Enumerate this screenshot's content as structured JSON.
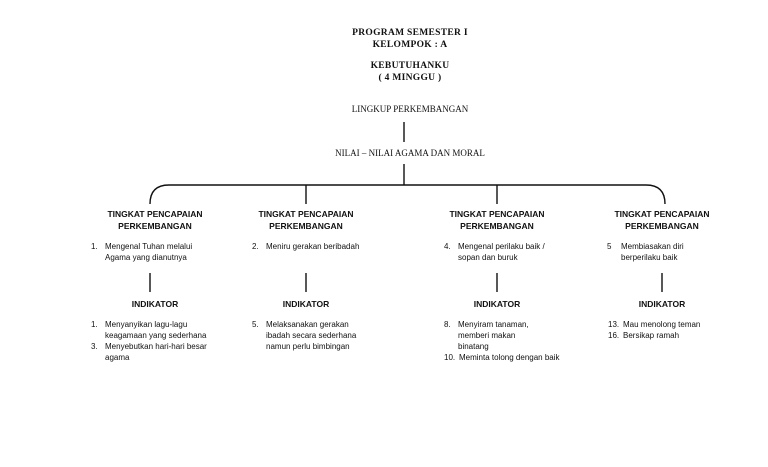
{
  "header": {
    "line1": "PROGRAM SEMESTER I",
    "line2": "KELOMPOK : A",
    "line3": "KEBUTUHANKU",
    "line4": "( 4 MINGGU )"
  },
  "scope": "LINGKUP PERKEMBANGAN",
  "domain": "NILAI – NILAI AGAMA DAN MORAL",
  "columns": [
    {
      "title_line1": "TINGKAT PENCAPAIAN",
      "title_line2": "PERKEMBANGAN",
      "achievements": [
        {
          "num": "1.",
          "text": "Mengenal Tuhan melalui Agama yang dianutnya"
        }
      ],
      "indicator_title": "INDIKATOR",
      "indicators": [
        {
          "num": "1.",
          "text": "Menyanyikan lagu-lagu keagamaan yang sederhana"
        },
        {
          "num": "3.",
          "text": "Menyebutkan hari-hari besar agama"
        }
      ]
    },
    {
      "title_line1": "TINGKAT PENCAPAIAN",
      "title_line2": "PERKEMBANGAN",
      "achievements": [
        {
          "num": "2.",
          "text": "Meniru gerakan beribadah"
        }
      ],
      "indicator_title": "INDIKATOR",
      "indicators": [
        {
          "num": "5.",
          "text": "Melaksanakan gerakan ibadah secara sederhana namun perlu bimbingan"
        }
      ]
    },
    {
      "title_line1": "TINGKAT PENCAPAIAN",
      "title_line2": "PERKEMBANGAN",
      "achievements": [
        {
          "num": "4.",
          "text": "Mengenal perilaku baik / sopan dan buruk"
        }
      ],
      "indicator_title": "INDIKATOR",
      "indicators": [
        {
          "num": "8.",
          "text": "Menyiram tanaman, memberi makan binatang"
        },
        {
          "num": "10.",
          "text": "Meminta tolong dengan baik"
        }
      ]
    },
    {
      "title_line1": "TINGKAT PENCAPAIAN",
      "title_line2": "PERKEMBANGAN",
      "achievements": [
        {
          "num": "5",
          "text": "Membiasakan diri berperilaku baik"
        }
      ],
      "indicator_title": "INDIKATOR",
      "indicators": [
        {
          "num": "13.",
          "text": "Mau menolong teman"
        },
        {
          "num": "16.",
          "text": "Bersikap ramah"
        }
      ]
    }
  ]
}
